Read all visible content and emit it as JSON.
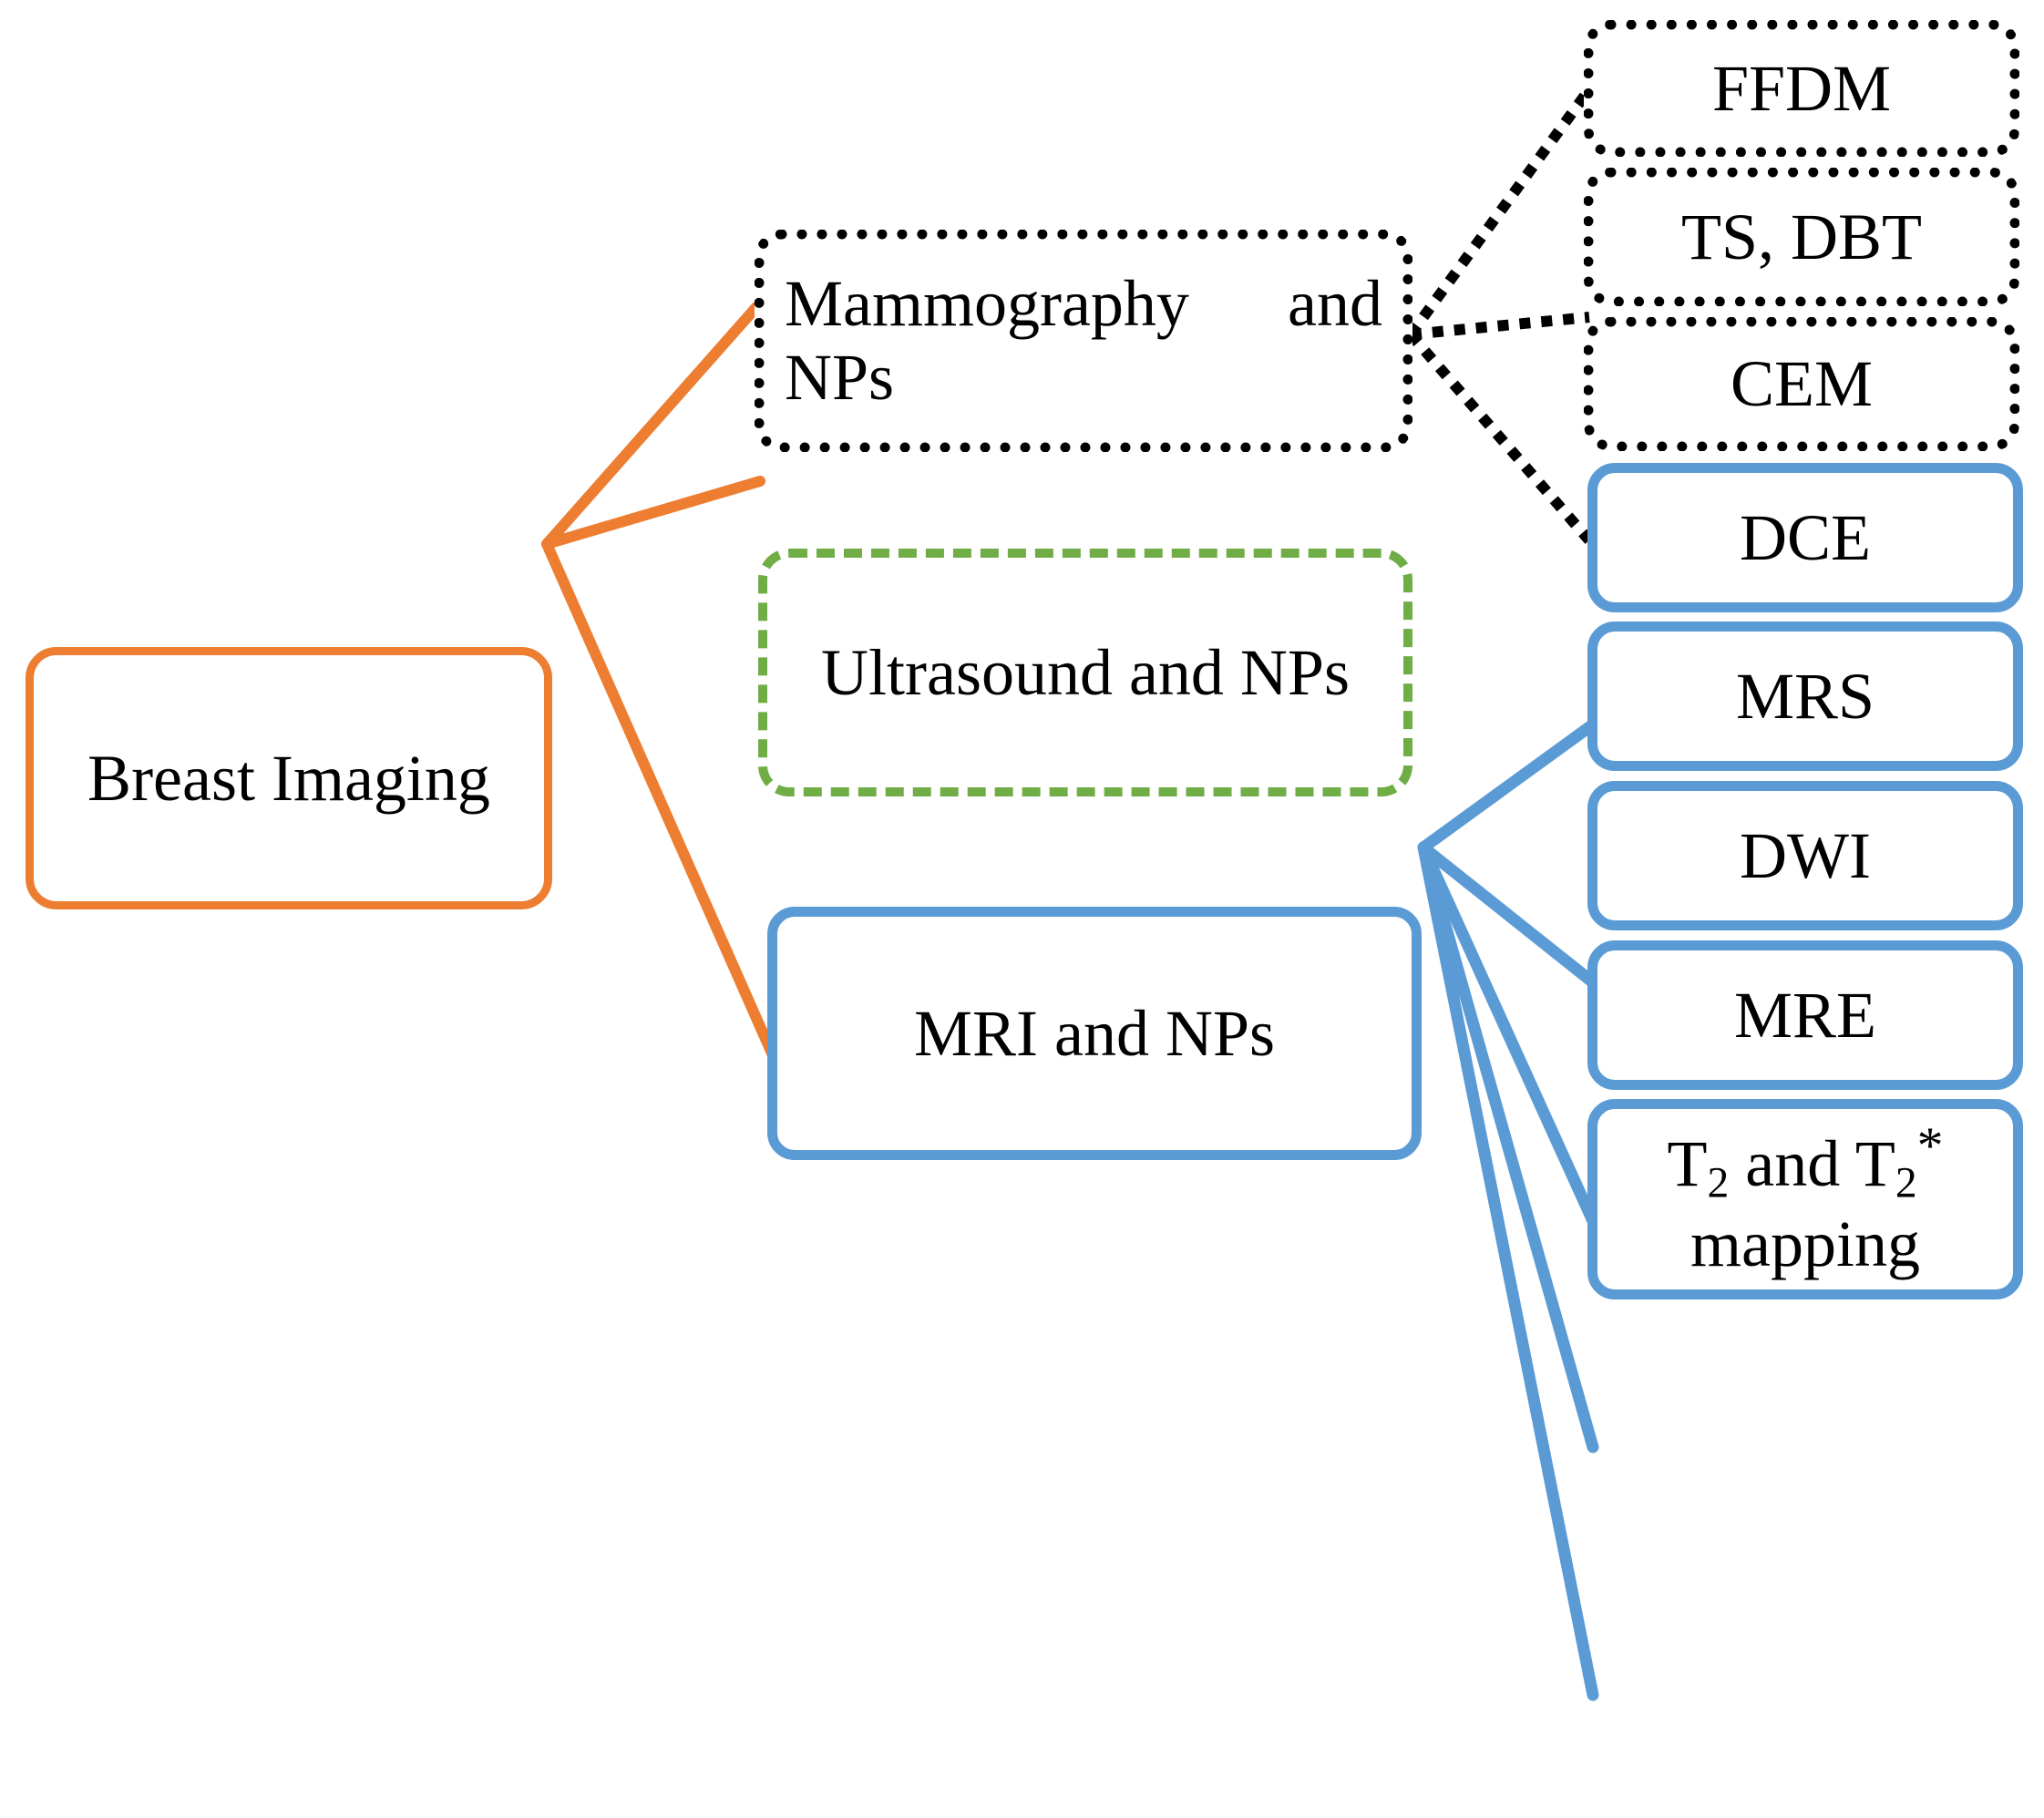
{
  "diagram": {
    "title": "Breast Imaging modalities and nanoparticles hierarchy",
    "colors": {
      "orange": "#ED7D31",
      "green": "#70AD47",
      "blue": "#5B9BD5",
      "black": "#000000",
      "background": "#FFFFFF"
    },
    "root": {
      "label": "Breast Imaging",
      "border_style": "solid",
      "color": "#ED7D31"
    },
    "branches": [
      {
        "id": "mammography",
        "label": "Mammography and NPs",
        "line1": "Mammography and",
        "line2": "NPs",
        "border_style": "dotted",
        "color": "#000000"
      },
      {
        "id": "ultrasound",
        "label": "Ultrasound and NPs",
        "border_style": "dashed",
        "color": "#70AD47"
      },
      {
        "id": "mri",
        "label": "MRI and NPs",
        "border_style": "solid",
        "color": "#5B9BD5"
      }
    ],
    "mammography_children": [
      {
        "id": "ffdm",
        "label": "FFDM",
        "border_style": "dotted",
        "color": "#000000"
      },
      {
        "id": "ts-dbt",
        "label": "TS, DBT",
        "border_style": "dotted",
        "color": "#000000"
      },
      {
        "id": "cem",
        "label": "CEM",
        "border_style": "dotted",
        "color": "#000000"
      }
    ],
    "mri_children": [
      {
        "id": "dce",
        "label": "DCE",
        "border_style": "solid",
        "color": "#5B9BD5"
      },
      {
        "id": "mrs",
        "label": "MRS",
        "border_style": "solid",
        "color": "#5B9BD5"
      },
      {
        "id": "dwi",
        "label": "DWI",
        "border_style": "solid",
        "color": "#5B9BD5"
      },
      {
        "id": "mre",
        "label": "MRE",
        "border_style": "solid",
        "color": "#5B9BD5"
      },
      {
        "id": "t2-mapping",
        "label": "T2 and T2* mapping",
        "line1_pre": "T",
        "line1_sub1": "2",
        "line1_mid": " and T",
        "line1_sub2": "2",
        "line1_post": "*",
        "line2": "mapping",
        "border_style": "solid",
        "color": "#5B9BD5"
      }
    ]
  }
}
